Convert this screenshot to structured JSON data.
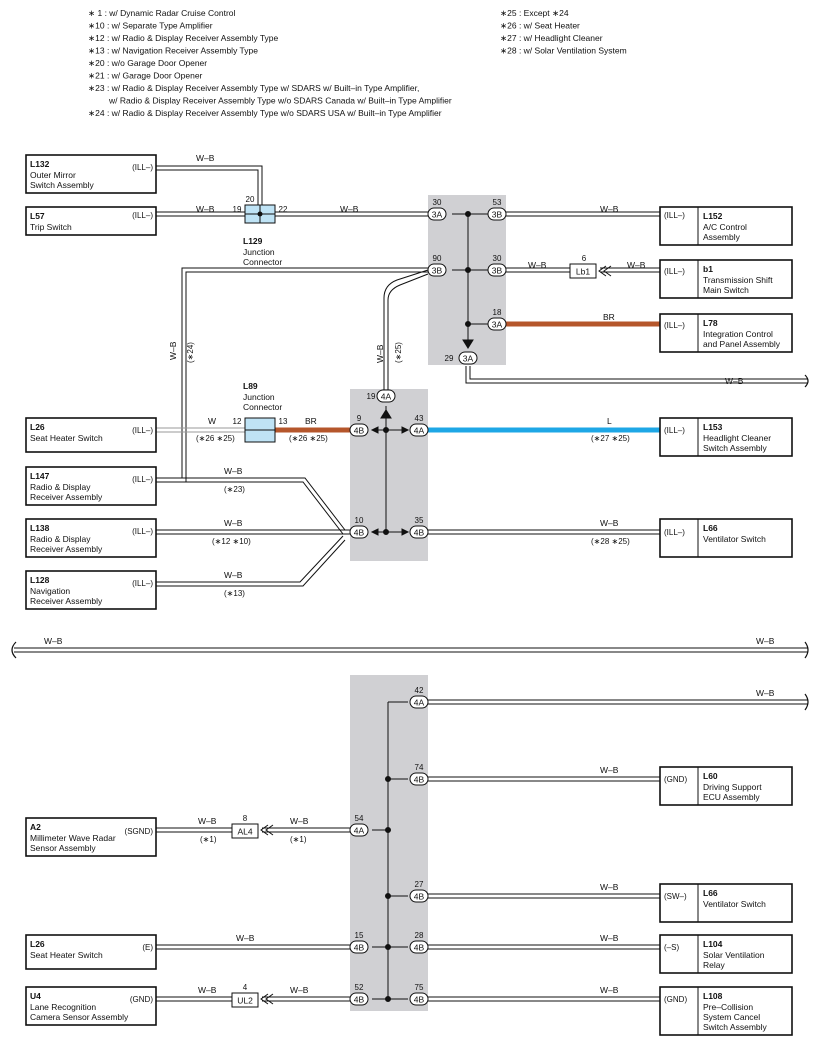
{
  "notes_left": [
    "∗ 1 : w/ Dynamic Radar Cruise Control",
    "∗10 : w/ Separate Type Amplifier",
    "∗12 : w/ Radio & Display Receiver Assembly Type",
    "∗13 : w/ Navigation Receiver Assembly Type",
    "∗20 : w/o Garage Door Opener",
    "∗21 : w/ Garage Door Opener",
    "∗23 : w/ Radio & Display Receiver Assembly Type w/ SDARS w/ Built–in Type Amplifier,",
    "w/ Radio & Display Receiver Assembly Type w/o SDARS Canada w/ Built–in Type Amplifier",
    "∗24 : w/ Radio & Display Receiver Assembly Type w/o SDARS USA w/ Built–in Type Amplifier"
  ],
  "notes_right": [
    "∗25 : Except ∗24",
    "∗26 : w/ Seat Heater",
    "∗27 : w/ Headlight Cleaner",
    "∗28 : w/ Solar Ventilation System"
  ],
  "components": {
    "L132": {
      "code": "L132",
      "name": [
        "Outer Mirror",
        "Switch Assembly"
      ],
      "pin": "(ILL–)"
    },
    "L57": {
      "code": "L57",
      "name": [
        "Trip Switch"
      ],
      "pin": "(ILL–)"
    },
    "L152": {
      "code": "L152",
      "name": [
        "A/C Control",
        "Assembly"
      ],
      "pin": "(ILL–)"
    },
    "b1": {
      "code": "b1",
      "name": [
        "Transmission Shift",
        "Main Switch"
      ],
      "pin": "(ILL–)"
    },
    "L78": {
      "code": "L78",
      "name": [
        "Integration Control",
        "and Panel Assembly"
      ],
      "pin": "(ILL–)"
    },
    "L26a": {
      "code": "L26",
      "name": [
        "Seat Heater Switch"
      ],
      "pin": "(ILL–)"
    },
    "L153": {
      "code": "L153",
      "name": [
        "Headlight Cleaner",
        "Switch Assembly"
      ],
      "pin": "(ILL–)"
    },
    "L147": {
      "code": "L147",
      "name": [
        "Radio & Display",
        "Receiver Assembly"
      ],
      "pin": "(ILL–)"
    },
    "L138": {
      "code": "L138",
      "name": [
        "Radio & Display",
        "Receiver Assembly"
      ],
      "pin": "(ILL–)"
    },
    "L66a": {
      "code": "L66",
      "name": [
        "Ventilator Switch"
      ],
      "pin": "(ILL–)"
    },
    "L128": {
      "code": "L128",
      "name": [
        "Navigation",
        "Receiver Assembly"
      ],
      "pin": "(ILL–)"
    },
    "L60": {
      "code": "L60",
      "name": [
        "Driving Support",
        "ECU Assembly"
      ],
      "pin": "(GND)"
    },
    "A2": {
      "code": "A2",
      "name": [
        "Millimeter Wave Radar",
        "Sensor Assembly"
      ],
      "pin": "(SGND)"
    },
    "L66b": {
      "code": "L66",
      "name": [
        "Ventilator Switch"
      ],
      "pin": "(SW–)"
    },
    "L26b": {
      "code": "L26",
      "name": [
        "Seat Heater Switch"
      ],
      "pin": "(E)"
    },
    "L104": {
      "code": "L104",
      "name": [
        "Solar Ventilation",
        "Relay"
      ],
      "pin": "(–S)"
    },
    "U4": {
      "code": "U4",
      "name": [
        "Lane Recognition",
        "Camera Sensor Assembly"
      ],
      "pin": "(GND)"
    },
    "L108": {
      "code": "L108",
      "name": [
        "Pre–Collision",
        "System Cancel",
        "Switch Assembly"
      ],
      "pin": "(GND)"
    }
  },
  "junctions": {
    "L129": {
      "code": "L129",
      "name": [
        "Junction",
        "Connector"
      ]
    },
    "L89": {
      "code": "L89",
      "name": [
        "Junction",
        "Connector"
      ]
    }
  },
  "inline_connectors": {
    "Lb1": "Lb1",
    "AL4": "AL4",
    "UL2": "UL2"
  },
  "colors": {
    "wire_WB": "#111111",
    "wire_BR": "#b5562b",
    "wire_L": "#1ea7e6",
    "junction_block": "#d0d0d3",
    "junction_connector_fill": "#bfe3f5"
  },
  "wires": {
    "WB": "W–B",
    "W": "W",
    "BR": "BR",
    "L": "L"
  },
  "conditions": {
    "c24": "(∗24)",
    "c25": "(∗25)",
    "c26_25": "(∗26 ∗25)",
    "c27_25": "(∗27 ∗25)",
    "c23": "(∗23)",
    "c12_10": "(∗12 ∗10)",
    "c28_25": "(∗28 ∗25)",
    "c13": "(∗13)",
    "c1": "(∗1)"
  },
  "pins": {
    "L129_20": "20",
    "L129_19": "19",
    "L129_22": "22",
    "L89_12": "12",
    "L89_13": "13",
    "J1_30": "30",
    "J1_53": "53",
    "J1_90": "90",
    "J1_30b": "30",
    "J1_18": "18",
    "J1_29": "29",
    "Lb1_6": "6",
    "J2_19": "19",
    "J2_9": "9",
    "J2_43": "43",
    "J2_10": "10",
    "J2_35": "35",
    "J3_42": "42",
    "J3_74": "74",
    "J3_54": "54",
    "J3_27": "27",
    "J3_15": "15",
    "J3_28": "28",
    "J3_52": "52",
    "J3_75": "75",
    "AL4_8": "8",
    "UL2_4": "4"
  },
  "pin_labels": {
    "3A": "3A",
    "3B": "3B",
    "4A": "4A",
    "4B": "4B"
  }
}
